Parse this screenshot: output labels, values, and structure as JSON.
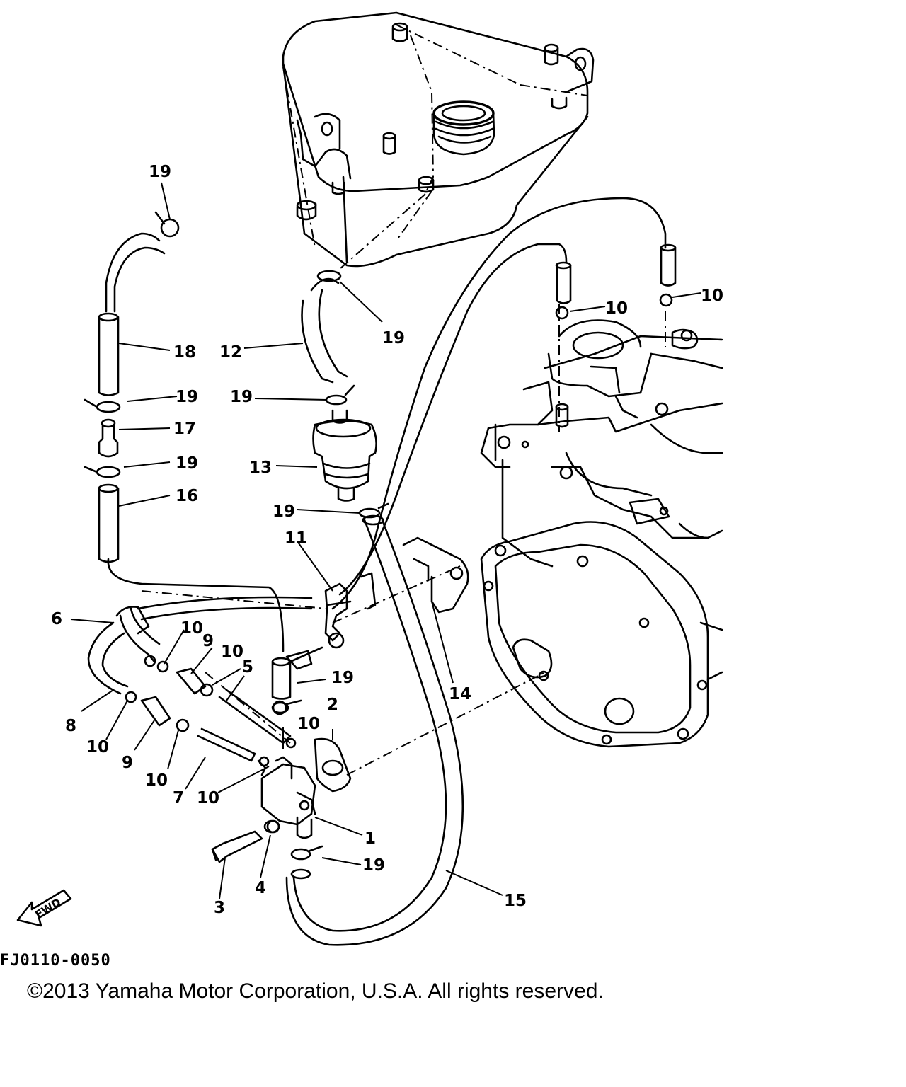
{
  "diagram": {
    "callouts": {
      "c1": "1",
      "c2": "2",
      "c3": "3",
      "c4": "4",
      "c5": "5",
      "c6": "6",
      "c7": "7",
      "c8": "8",
      "c9": "9",
      "c10": "10",
      "c11": "11",
      "c12": "12",
      "c13": "13",
      "c14": "14",
      "c15": "15",
      "c16": "16",
      "c17": "17",
      "c18": "18",
      "c19": "19"
    },
    "fwd_label": "FWD",
    "reference_code": "FJ0110-0050"
  },
  "footer": {
    "copyright": "©2013 Yamaha Motor Corporation, U.S.A. All rights reserved."
  }
}
